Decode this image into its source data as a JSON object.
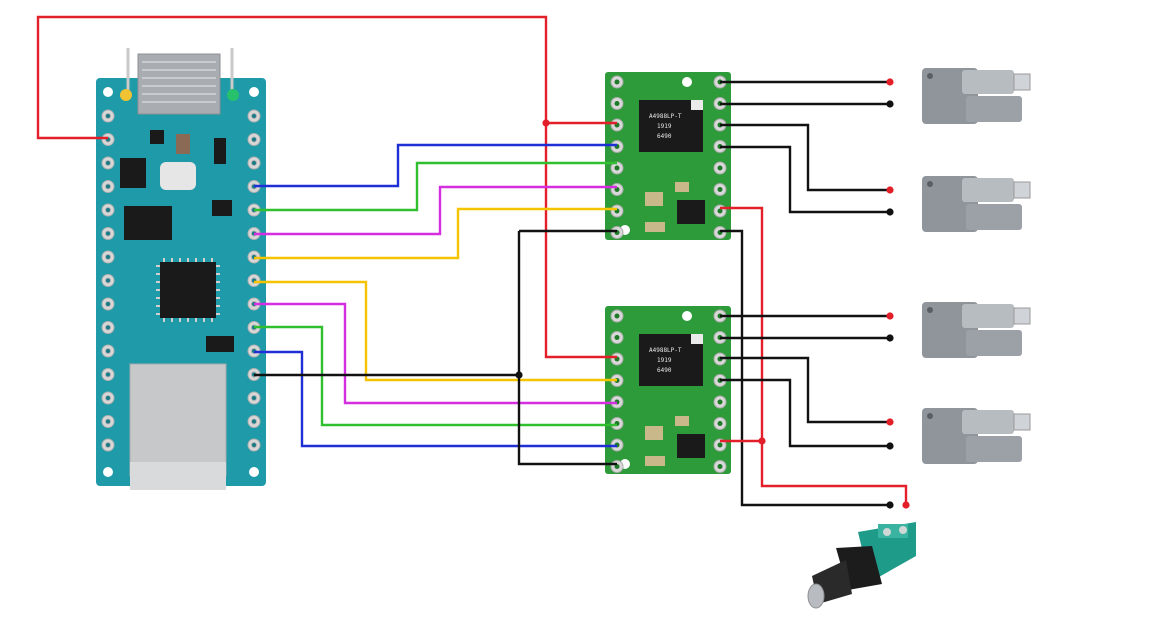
{
  "colors": {
    "background": "#ffffff",
    "arduino_board": "#1f9aa8",
    "arduino_dark": "#177b87",
    "driver_board": "#2e9b3a",
    "driver_dark": "#1e7a28",
    "pin": "#d8d8d8",
    "chip": "#1a1a1a",
    "wire_red": "#e3202a",
    "wire_black": "#111111",
    "wire_blue": "#1f2fd6",
    "wire_green": "#2fbf2f",
    "wire_magenta": "#d42ee0",
    "wire_yellow": "#f4c400",
    "actuator_body": "#8f959b",
    "actuator_rod": "#d0d4d8",
    "jack_green": "#1f9b8a",
    "jack_black": "#1c1c1c"
  },
  "components": {
    "microcontroller": {
      "icon": "arduino-nano-board-icon"
    },
    "drivers": [
      {
        "icon": "stepper-driver-board-icon",
        "chip_text": [
          "A4988LP-T",
          "1919",
          "6490"
        ]
      },
      {
        "icon": "stepper-driver-board-icon",
        "chip_text": [
          "A4988LP-T",
          "1919",
          "6490"
        ]
      }
    ],
    "actuators": [
      {
        "icon": "linear-actuator-icon"
      },
      {
        "icon": "linear-actuator-icon"
      },
      {
        "icon": "linear-actuator-icon"
      },
      {
        "icon": "linear-actuator-icon"
      }
    ],
    "power_jack": {
      "icon": "dc-barrel-jack-icon"
    }
  }
}
